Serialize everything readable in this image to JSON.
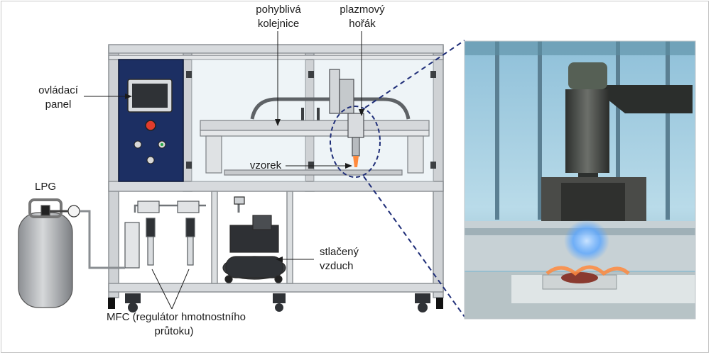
{
  "labels": {
    "rail_line1": "pohyblivá",
    "rail_line2": "kolejnice",
    "torch_line1": "plazmový",
    "torch_line2": "hořák",
    "panel_line1": "ovládací",
    "panel_line2": "panel",
    "lpg": "LPG",
    "sample": "vzorek",
    "air_line1": "stlačený",
    "air_line2": "vzduch",
    "mfc_line1": "MFC (regulátor hmotnostního",
    "mfc_line2": "průtoku)"
  },
  "colors": {
    "frame": "#b9bcc0",
    "panel": "#1c2f63",
    "glass": "#e9f1f6",
    "flame": "#ff8a3d",
    "zoom_dash": "#1f2e78",
    "photo_sky": "#9cc9e0",
    "photo_machine": "#3a3c39",
    "photo_blue_flame": "#5aa6ff"
  }
}
